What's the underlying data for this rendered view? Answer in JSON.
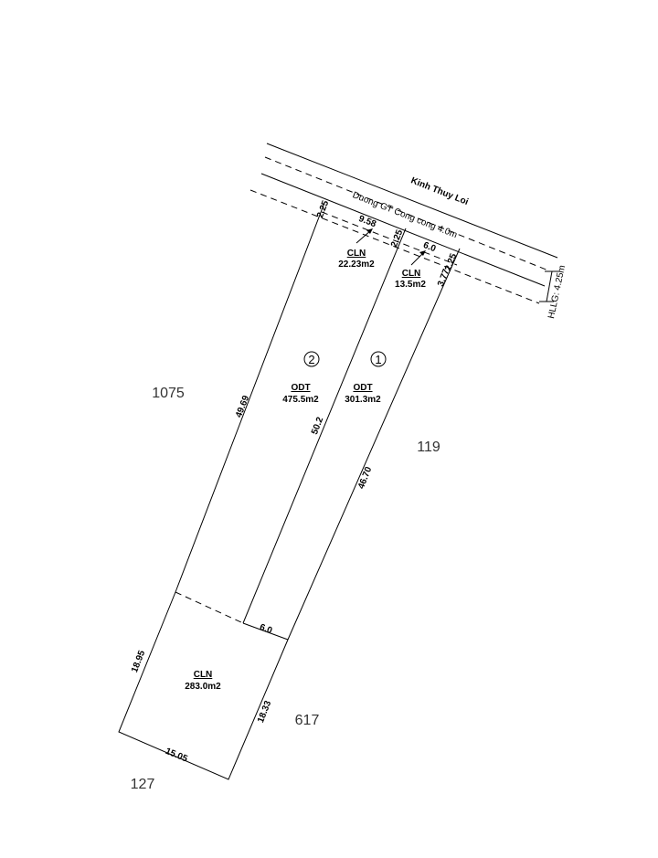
{
  "road": {
    "canal_label": "Kinh Thuy Loi",
    "road_label": "Duong GT Cong cong 4.0m",
    "setback_label": "HLLG: 4.25m"
  },
  "lots": {
    "lot1": {
      "number": "1",
      "use": "ODT",
      "area": "301.3m2"
    },
    "lot2": {
      "number": "2",
      "use": "ODT",
      "area": "475.5m2"
    },
    "front1": {
      "use": "CLN",
      "area": "13.5m2"
    },
    "front2": {
      "use": "CLN",
      "area": "22.23m2"
    },
    "rear": {
      "use": "CLN",
      "area": "283.0m2"
    }
  },
  "neighbors": {
    "n1075": "1075",
    "n119": "119",
    "n617": "617",
    "n127": "127"
  },
  "dimensions": {
    "d_225_left": "2.25",
    "d_958": "9.58",
    "d_225_mid": "2.25",
    "d_60_top": "6.0",
    "d_225_right": "2.25",
    "d_377": "3.77",
    "d_4969": "49.69",
    "d_502": "50.2",
    "d_4670": "46.70",
    "d_60_bottom": "6.0",
    "d_1895": "18.95",
    "d_1833": "18.33",
    "d_1505": "15.05"
  }
}
